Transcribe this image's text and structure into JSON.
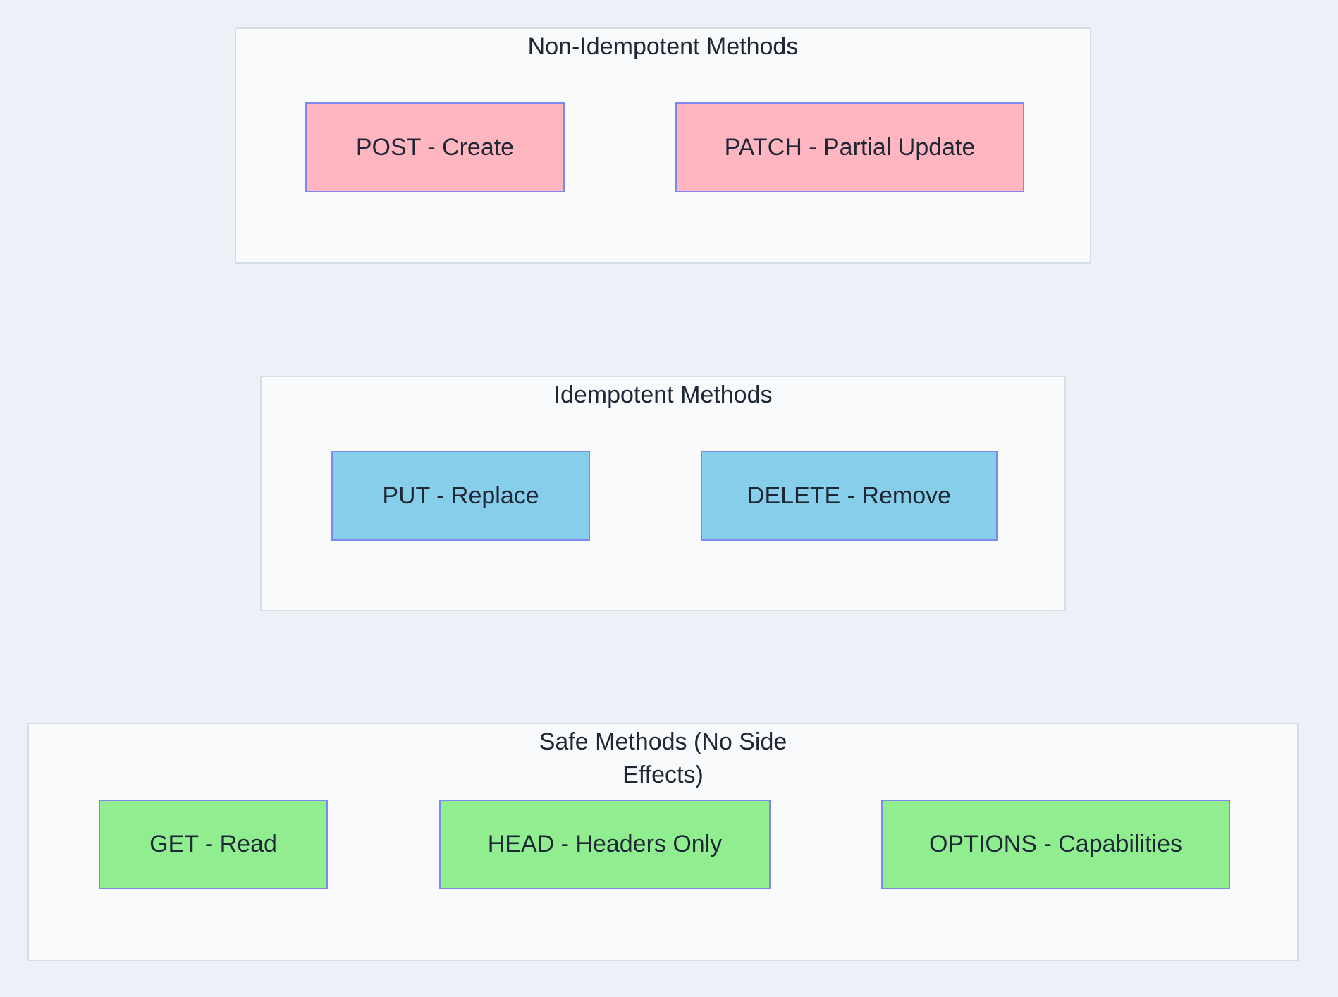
{
  "diagram": {
    "groups": [
      {
        "title": "Non-Idempotent Methods",
        "node_fill": "#ffb6c1",
        "nodes": [
          {
            "id": "post",
            "label": "POST - Create"
          },
          {
            "id": "patch",
            "label": "PATCH - Partial Update"
          }
        ]
      },
      {
        "title": "Idempotent Methods",
        "node_fill": "#87ceeb",
        "nodes": [
          {
            "id": "put",
            "label": "PUT - Replace"
          },
          {
            "id": "delete",
            "label": "DELETE - Remove"
          }
        ]
      },
      {
        "title": "Safe Methods (No Side Effects)",
        "node_fill": "#90ee90",
        "nodes": [
          {
            "id": "get",
            "label": "GET - Read"
          },
          {
            "id": "head",
            "label": "HEAD - Headers Only"
          },
          {
            "id": "options",
            "label": "OPTIONS - Capabilities"
          }
        ]
      }
    ],
    "colors": {
      "page_background": "#edf1f7",
      "group_fill": "#f8fafc",
      "group_border": "#d5dde6",
      "node_border": "#7e88ef",
      "text": "#1e2735"
    }
  }
}
